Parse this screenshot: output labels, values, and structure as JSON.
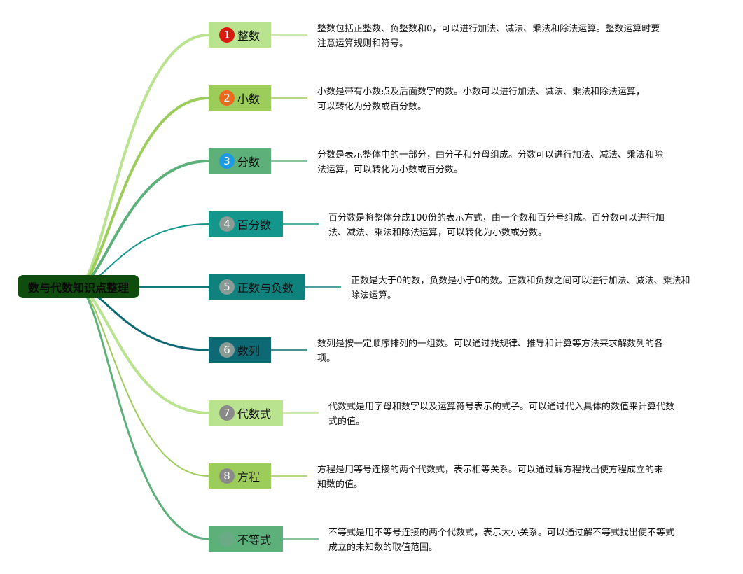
{
  "root": {
    "label": "数与代数知识点整理",
    "color": "#0f4d0f"
  },
  "topics": [
    {
      "number": "1",
      "title": "整数",
      "box_color": "#b9e38f",
      "badge_color": "#d61e10",
      "line_color": "#b9e38f",
      "description": "整数包括正整数、负整数和0，可以进行加法、减法、乘法和除法运算。整数运算时要注意运算规则和符号。"
    },
    {
      "number": "2",
      "title": "小数",
      "box_color": "#9ccc5a",
      "badge_color": "#ea6b1e",
      "line_color": "#9ccc5a",
      "description": "小数是带有小数点及后面数字的数。小数可以进行加法、减法、乘法和除法运算，可以转化为分数或百分数。"
    },
    {
      "number": "3",
      "title": "分数",
      "box_color": "#5db07a",
      "badge_color": "#1e9be0",
      "line_color": "#5db07a",
      "description": "分数是表示整体中的一部分，由分子和分母组成。分数可以进行加法、减法、乘法和除法运算，可以转化为小数或百分数。"
    },
    {
      "number": "4",
      "title": "百分数",
      "box_color": "#13968c",
      "badge_color": "#8a9a95",
      "line_color": "#13968c",
      "description": "百分数是将整体分成100份的表示方式，由一个数和百分号组成。百分数可以进行加法、减法、乘法和除法运算，可以转化为小数或分数。"
    },
    {
      "number": "5",
      "title": "正数与负数",
      "box_color": "#10827e",
      "badge_color": "#8a9a95",
      "line_color": "#0e7a78",
      "description": "正数是大于0的数，负数是小于0的数。正数和负数之间可以进行加法、减法、乘法和除法运算。"
    },
    {
      "number": "6",
      "title": "数列",
      "box_color": "#0d6a74",
      "badge_color": "#8a9a95",
      "line_color": "#0d6a74",
      "description": "数列是按一定顺序排列的一组数。可以通过找规律、推导和计算等方法来求解数列的各项。"
    },
    {
      "number": "7",
      "title": "代数式",
      "box_color": "#b9e38f",
      "badge_color": "#8a8a8a",
      "line_color": "#b9e38f",
      "description": "代数式是用字母和数字以及运算符号表示的式子。可以通过代入具体的数值来计算代数式的值。"
    },
    {
      "number": "8",
      "title": "方程",
      "box_color": "#9ccc5a",
      "badge_color": "#8a8a8a",
      "line_color": "#9ccc5a",
      "description": "方程是用等号连接的两个代数式，表示相等关系。可以通过解方程找出使方程成立的未知数的值。"
    },
    {
      "number": "",
      "title": "不等式",
      "box_color": "#5db07a",
      "badge_color": "#6aab86",
      "line_color": "#5db07a",
      "description": "不等式是用不等号连接的两个代数式，表示大小关系。可以通过解不等式找出使不等式成立的未知数的取值范围。"
    }
  ]
}
